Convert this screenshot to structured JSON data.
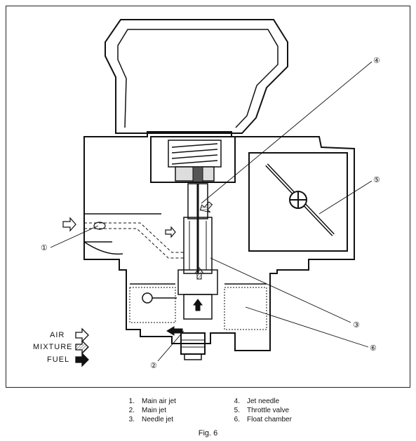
{
  "callouts": [
    "①",
    "②",
    "③",
    "④",
    "⑤",
    "⑥"
  ],
  "legend": [
    {
      "label": "AIR",
      "icon": "hollow-arrow-icon"
    },
    {
      "label": "MIXTURE",
      "icon": "hatched-arrow-icon"
    },
    {
      "label": "FUEL",
      "icon": "solid-arrow-icon"
    }
  ],
  "parts": [
    {
      "num": "1.",
      "name": "Main air jet"
    },
    {
      "num": "2.",
      "name": "Main jet"
    },
    {
      "num": "3.",
      "name": "Needle jet"
    },
    {
      "num": "4.",
      "name": "Jet needle"
    },
    {
      "num": "5.",
      "name": "Throttle valve"
    },
    {
      "num": "6.",
      "name": "Float chamber"
    }
  ],
  "caption": "Fig. 6"
}
